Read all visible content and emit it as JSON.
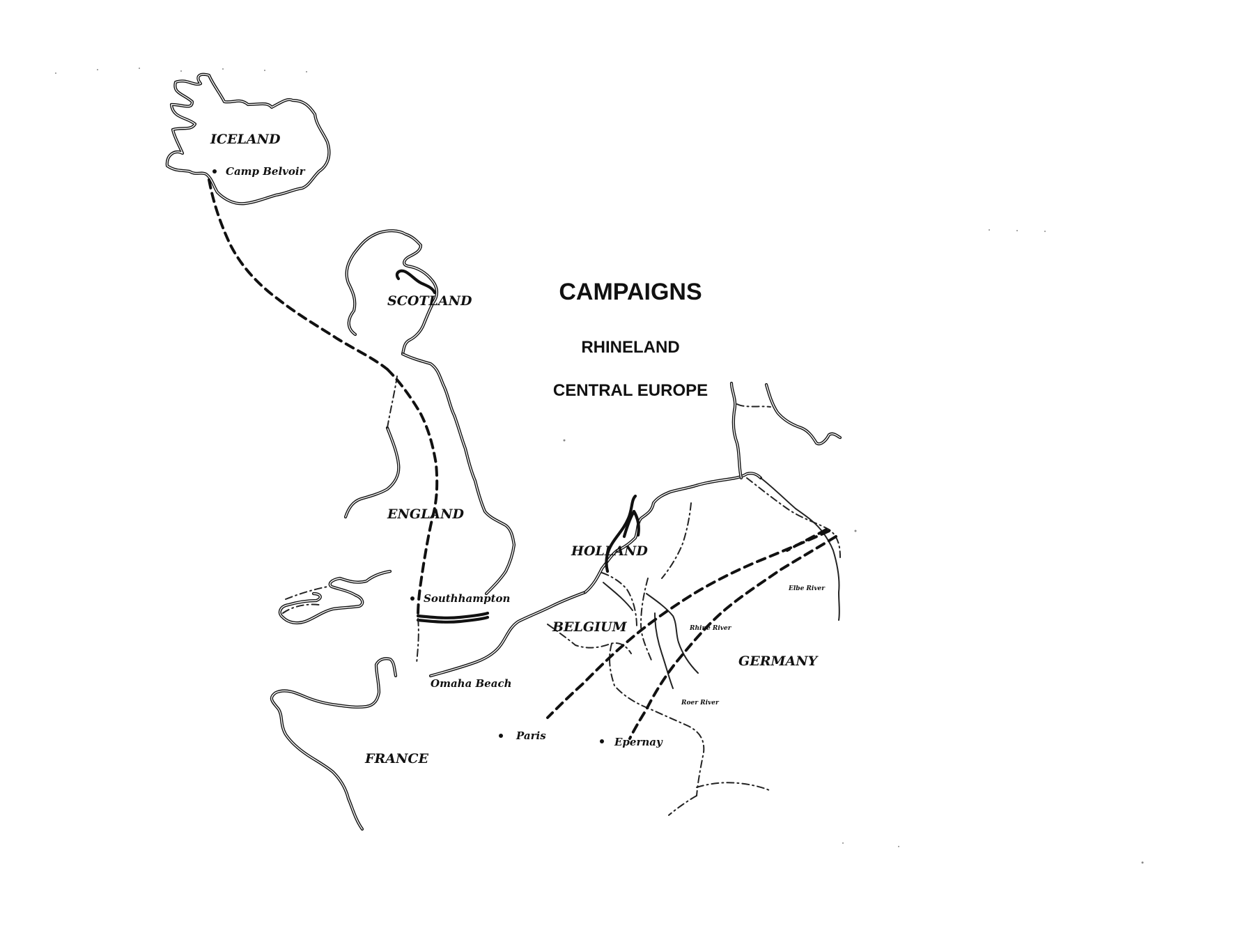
{
  "map": {
    "title": "CAMPAIGNS",
    "campaigns": [
      "RHINELAND",
      "CENTRAL EUROPE"
    ],
    "countries": {
      "iceland": "ICELAND",
      "scotland": "SCOTLAND",
      "england": "ENGLAND",
      "holland": "HOLLAND",
      "belgium": "BELGIUM",
      "germany": "GERMANY",
      "france": "FRANCE"
    },
    "places": {
      "camp_belvoir": "Camp Belvoir",
      "southhampton": "Southhampton",
      "omaha_beach": "Omaha Beach",
      "paris": "Paris",
      "epernay": "Epernay"
    },
    "rivers": {
      "elbe": "Elbe River",
      "rhine": "Rhine River",
      "roer": "Roer River"
    },
    "colors": {
      "ink": "#111111",
      "paper": "#ffffff"
    }
  }
}
